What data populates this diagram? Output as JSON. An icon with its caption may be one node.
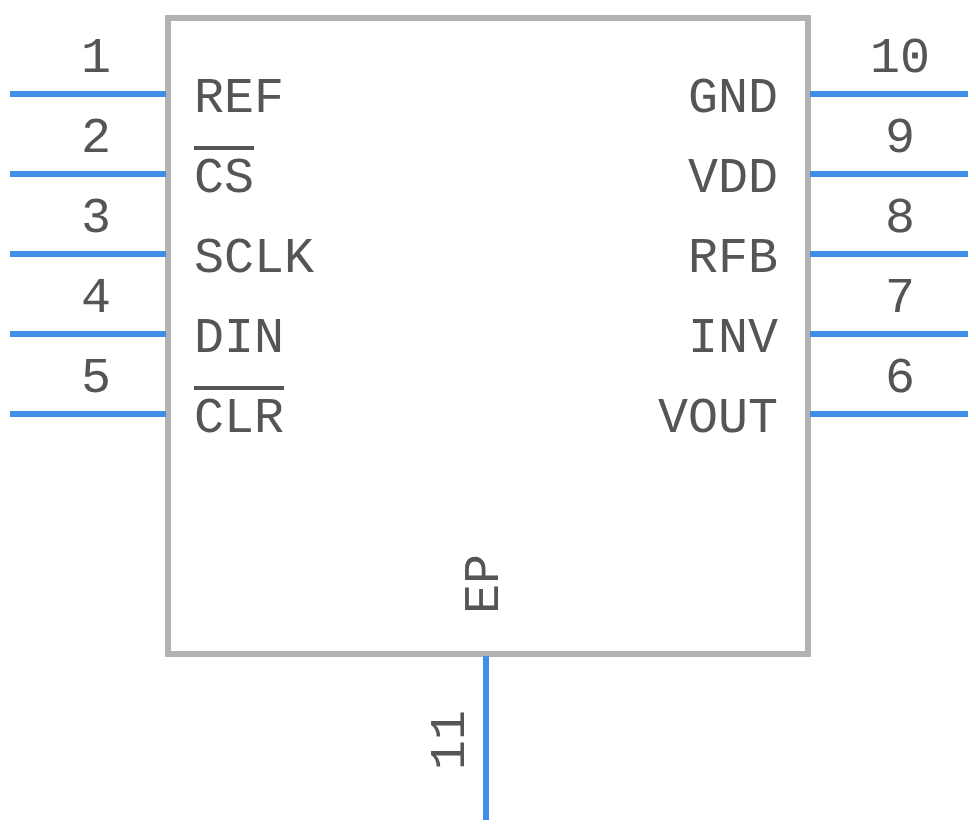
{
  "diagram": {
    "labels": [
      "1",
      "10",
      "REF",
      "GND",
      "2",
      "9",
      "CS",
      "VDD",
      "3",
      "8",
      "SCLK",
      "RFB",
      "4",
      "7",
      "DIN",
      "INV",
      "5",
      "6",
      "CLR",
      "VOUT",
      "EP",
      "11"
    ]
  }
}
